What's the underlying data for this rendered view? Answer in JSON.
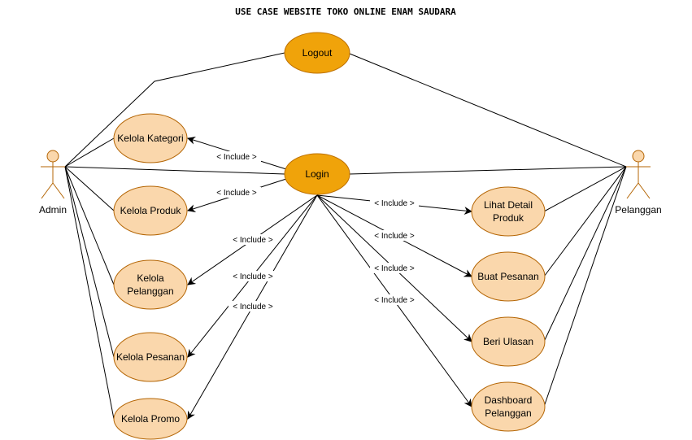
{
  "title": "USE CASE WEBSITE TOKO ONLINE ENAM SAUDARA",
  "colors": {
    "main_fill": "#f0a30a",
    "main_stroke": "#bd7000",
    "sub_fill": "#fad7ac",
    "sub_stroke": "#b46504"
  },
  "actors": {
    "admin": "Admin",
    "pelanggan": "Pelanggan"
  },
  "use_cases": {
    "logout": [
      "Logout"
    ],
    "login": [
      "Login"
    ],
    "kategori": [
      "Kelola Kategori"
    ],
    "produk": [
      "Kelola Produk"
    ],
    "pelanggan": [
      "Kelola",
      "Pelanggan"
    ],
    "pesanan": [
      "Kelola Pesanan"
    ],
    "promo": [
      "Kelola Promo"
    ],
    "lihat": [
      "Lihat Detail",
      "Produk"
    ],
    "buat": [
      "Buat Pesanan"
    ],
    "ulasan": [
      "Beri Ulasan"
    ],
    "dashboard": [
      "Dashboard",
      "Pelanggan"
    ]
  },
  "include_label": "< Include >"
}
